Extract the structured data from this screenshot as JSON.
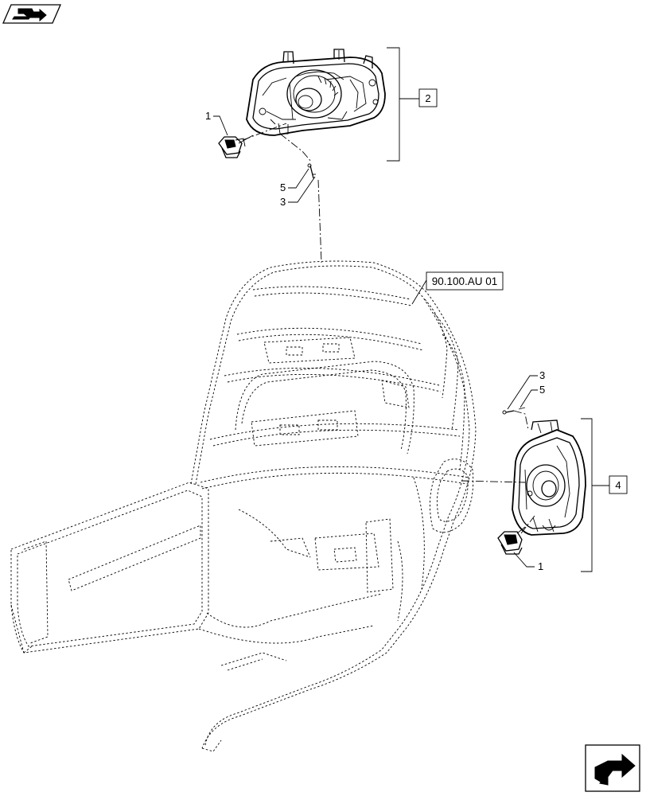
{
  "callouts": {
    "item_1_top": "1",
    "item_2": "2",
    "item_5_top": "5",
    "item_3_top": "3",
    "item_3_right": "3",
    "item_5_right": "5",
    "item_4": "4",
    "item_1_bottom": "1",
    "reference": "90.100.AU 01"
  },
  "icons": {
    "top_left": "book-arrow-icon",
    "bottom_right": "next-page-arrow-icon"
  }
}
